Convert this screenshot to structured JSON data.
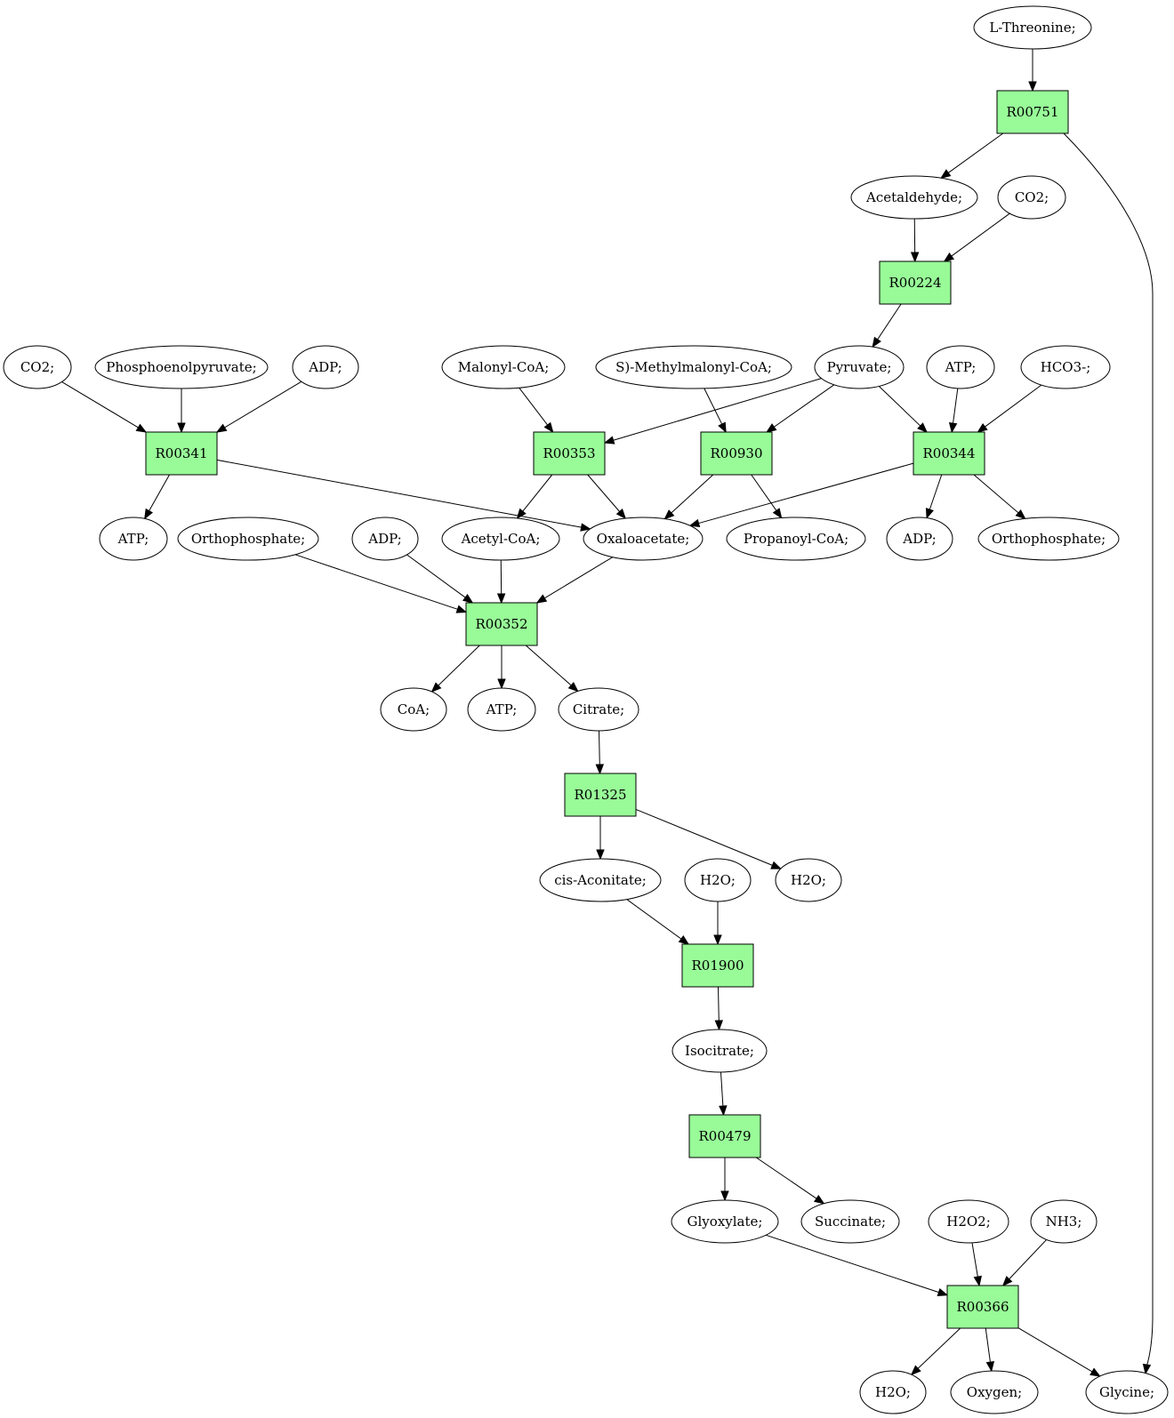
{
  "colors": {
    "start": "#00ee00",
    "end": "#ffff00",
    "reaction": "#98fb98",
    "compound": "#ffffff"
  },
  "nodes": {
    "thr": {
      "label": "L-Threonine;",
      "kind": "start"
    },
    "r751": {
      "label": "R00751",
      "kind": "reaction"
    },
    "acet": {
      "label": "Acetaldehyde;",
      "kind": "compound"
    },
    "co2a": {
      "label": "CO2;",
      "kind": "compound"
    },
    "r224": {
      "label": "R00224",
      "kind": "reaction"
    },
    "co2b": {
      "label": "CO2;",
      "kind": "compound"
    },
    "pep": {
      "label": "Phosphoenolpyruvate;",
      "kind": "compound"
    },
    "adpa": {
      "label": "ADP;",
      "kind": "compound"
    },
    "mal": {
      "label": "Malonyl-CoA;",
      "kind": "compound"
    },
    "smm": {
      "label": "S)-Methylmalonyl-CoA;",
      "kind": "compound"
    },
    "pyr": {
      "label": "Pyruvate;",
      "kind": "compound"
    },
    "atpa": {
      "label": "ATP;",
      "kind": "compound"
    },
    "hco3": {
      "label": "HCO3-;",
      "kind": "compound"
    },
    "r341": {
      "label": "R00341",
      "kind": "reaction"
    },
    "r353": {
      "label": "R00353",
      "kind": "reaction"
    },
    "r930": {
      "label": "R00930",
      "kind": "reaction"
    },
    "r344": {
      "label": "R00344",
      "kind": "reaction"
    },
    "atpb": {
      "label": "ATP;",
      "kind": "compound"
    },
    "ortha": {
      "label": "Orthophosphate;",
      "kind": "compound"
    },
    "adpb": {
      "label": "ADP;",
      "kind": "compound"
    },
    "acoa": {
      "label": "Acetyl-CoA;",
      "kind": "compound"
    },
    "oxa": {
      "label": "Oxaloacetate;",
      "kind": "compound"
    },
    "prop": {
      "label": "Propanoyl-CoA;",
      "kind": "compound"
    },
    "adpc": {
      "label": "ADP;",
      "kind": "compound"
    },
    "orthb": {
      "label": "Orthophosphate;",
      "kind": "compound"
    },
    "r352": {
      "label": "R00352",
      "kind": "reaction"
    },
    "coa": {
      "label": "CoA;",
      "kind": "compound"
    },
    "atpc": {
      "label": "ATP;",
      "kind": "compound"
    },
    "cit": {
      "label": "Citrate;",
      "kind": "compound"
    },
    "r1325": {
      "label": "R01325",
      "kind": "reaction"
    },
    "cisa": {
      "label": "cis-Aconitate;",
      "kind": "compound"
    },
    "h2oa": {
      "label": "H2O;",
      "kind": "compound"
    },
    "h2ob": {
      "label": "H2O;",
      "kind": "compound"
    },
    "r1900": {
      "label": "R01900",
      "kind": "reaction"
    },
    "iso": {
      "label": "Isocitrate;",
      "kind": "compound"
    },
    "r479": {
      "label": "R00479",
      "kind": "reaction"
    },
    "glyox": {
      "label": "Glyoxylate;",
      "kind": "compound"
    },
    "succ": {
      "label": "Succinate;",
      "kind": "compound"
    },
    "h2o2": {
      "label": "H2O2;",
      "kind": "compound"
    },
    "nh3": {
      "label": "NH3;",
      "kind": "compound"
    },
    "r366": {
      "label": "R00366",
      "kind": "reaction"
    },
    "h2oc": {
      "label": "H2O;",
      "kind": "compound"
    },
    "oxy": {
      "label": "Oxygen;",
      "kind": "compound"
    },
    "gly": {
      "label": "Glycine;",
      "kind": "end"
    }
  },
  "edges": [
    [
      "thr",
      "r751"
    ],
    [
      "r751",
      "acet"
    ],
    [
      "r751",
      "gly"
    ],
    [
      "acet",
      "r224"
    ],
    [
      "co2a",
      "r224"
    ],
    [
      "r224",
      "pyr"
    ],
    [
      "co2b",
      "r341"
    ],
    [
      "pep",
      "r341"
    ],
    [
      "adpa",
      "r341"
    ],
    [
      "r341",
      "atpb"
    ],
    [
      "r341",
      "oxa"
    ],
    [
      "mal",
      "r353"
    ],
    [
      "pyr",
      "r353"
    ],
    [
      "r353",
      "acoa"
    ],
    [
      "r353",
      "oxa"
    ],
    [
      "smm",
      "r930"
    ],
    [
      "pyr",
      "r930"
    ],
    [
      "r930",
      "oxa"
    ],
    [
      "r930",
      "prop"
    ],
    [
      "pyr",
      "r344"
    ],
    [
      "atpa",
      "r344"
    ],
    [
      "hco3",
      "r344"
    ],
    [
      "r344",
      "oxa"
    ],
    [
      "r344",
      "adpc"
    ],
    [
      "r344",
      "orthb"
    ],
    [
      "ortha",
      "r352"
    ],
    [
      "adpb",
      "r352"
    ],
    [
      "acoa",
      "r352"
    ],
    [
      "oxa",
      "r352"
    ],
    [
      "r352",
      "coa"
    ],
    [
      "r352",
      "atpc"
    ],
    [
      "r352",
      "cit"
    ],
    [
      "cit",
      "r1325"
    ],
    [
      "r1325",
      "cisa"
    ],
    [
      "r1325",
      "h2ob"
    ],
    [
      "cisa",
      "r1900"
    ],
    [
      "h2oa",
      "r1900"
    ],
    [
      "r1900",
      "iso"
    ],
    [
      "iso",
      "r479"
    ],
    [
      "r479",
      "glyox"
    ],
    [
      "r479",
      "succ"
    ],
    [
      "glyox",
      "r366"
    ],
    [
      "h2o2",
      "r366"
    ],
    [
      "nh3",
      "r366"
    ],
    [
      "r366",
      "h2oc"
    ],
    [
      "r366",
      "oxy"
    ],
    [
      "r366",
      "gly"
    ]
  ]
}
